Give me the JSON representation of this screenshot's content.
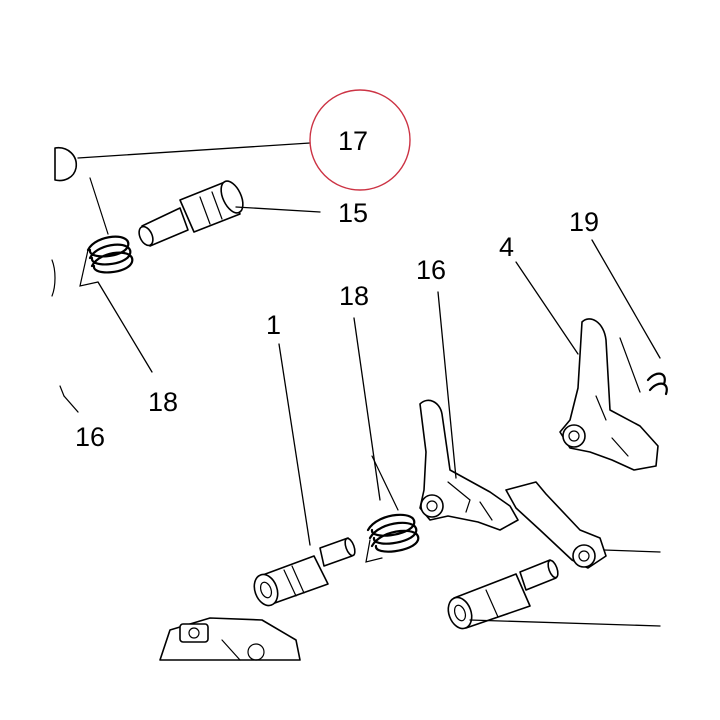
{
  "callouts": [
    {
      "label": "17",
      "highlighted": true
    },
    {
      "label": "15"
    },
    {
      "label": "18"
    },
    {
      "label": "16"
    },
    {
      "label": "1"
    },
    {
      "label": "18"
    },
    {
      "label": "16"
    },
    {
      "label": "4"
    },
    {
      "label": "19"
    }
  ],
  "colors": {
    "line": "#000000",
    "highlight": "#cc3344",
    "background": "#ffffff"
  }
}
